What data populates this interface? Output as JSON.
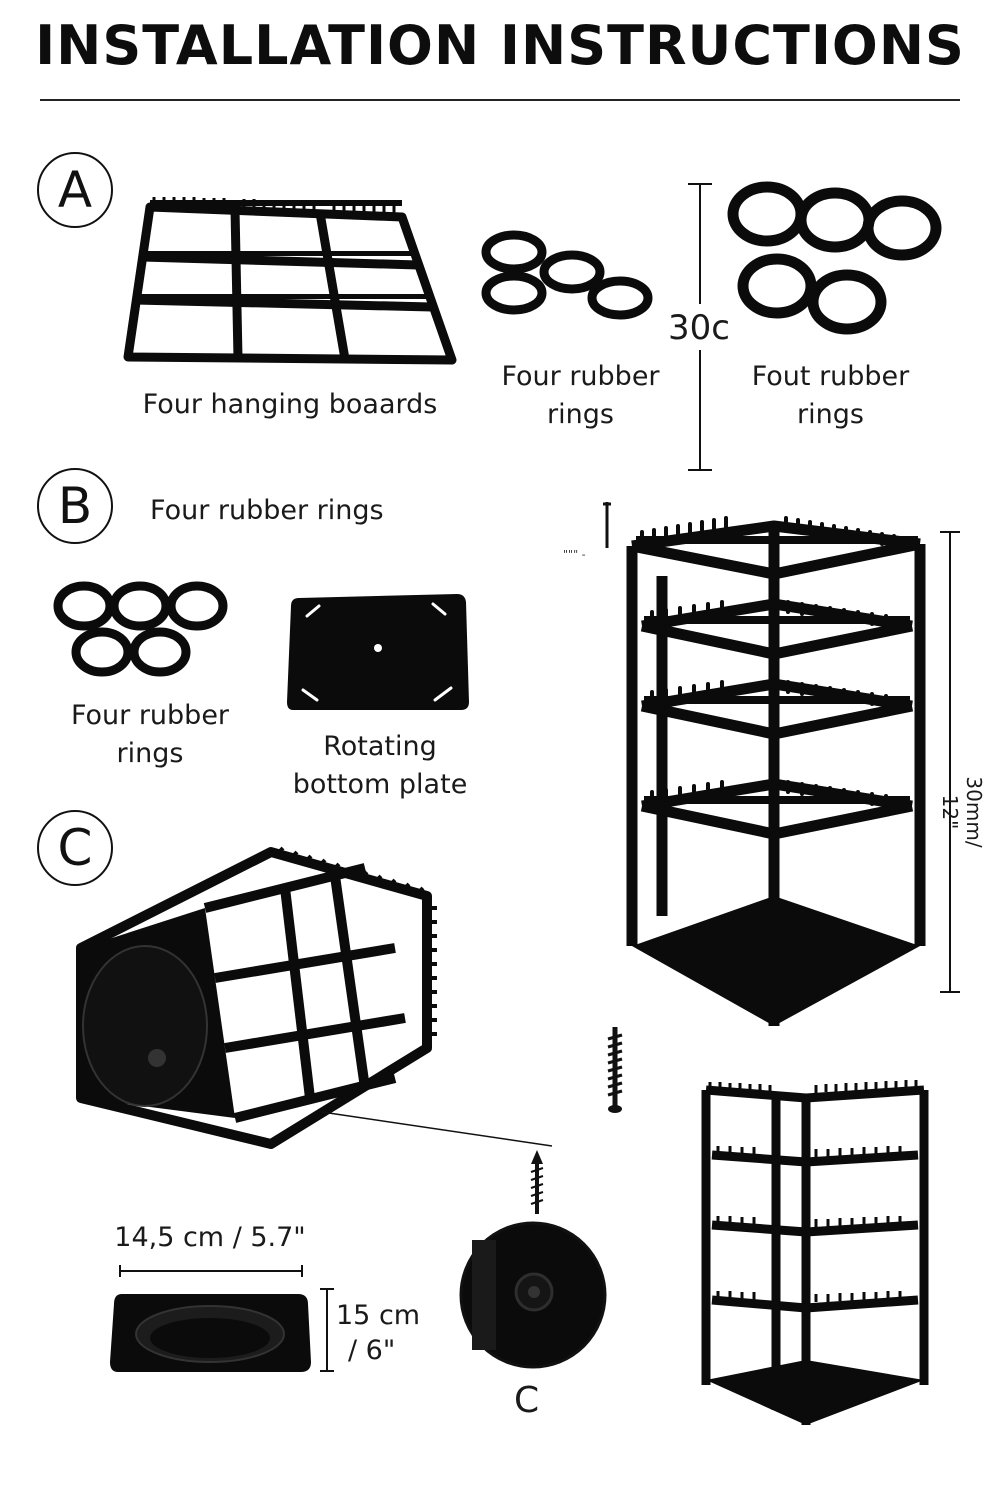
{
  "title": "INSTALLATION INSTRUCTIONS",
  "steps": {
    "a": "A",
    "b": "B",
    "c": "C"
  },
  "section_a": {
    "boards_label": "Four hanging boaards",
    "rings_label_1_line1": "Four rubber",
    "rings_label_1_line2": "rings",
    "height_label": "30c",
    "rings_label_2_line1": "Fout rubber",
    "rings_label_2_line2": "rings"
  },
  "section_b": {
    "heading": "Four rubber rings",
    "rings_label_line1": "Four rubber",
    "rings_label_line2": "rings",
    "plate_label_line1": "Rotating",
    "plate_label_line2": "bottom plate",
    "screw_tick_label": "\"\"\" -",
    "tower_height_label": "30mm/ 12\""
  },
  "section_c": {
    "width_label": "14,5 cm / 5.7\"",
    "height_label_line1": "15 cm",
    "height_label_line2": "/ 6\"",
    "detail_label": "C"
  },
  "colors": {
    "ink": "#111111",
    "product": "#0b0b0b",
    "background": "#ffffff"
  }
}
